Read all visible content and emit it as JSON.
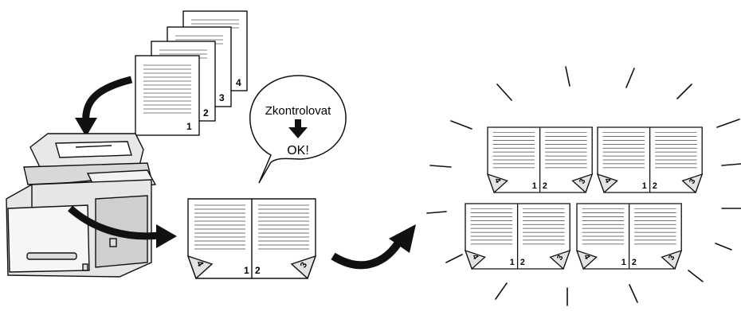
{
  "bubble": {
    "check_label": "Zkontrolovat",
    "ok_label": "OK!"
  },
  "originals": {
    "page_numbers": [
      "1",
      "2",
      "3",
      "4"
    ]
  },
  "booklet_preview": {
    "left_page": "1",
    "right_page": "2",
    "back_left_page": "4",
    "back_right_page": "3"
  },
  "output_booklets": {
    "count": 4,
    "left_page": "1",
    "right_page": "2",
    "back_left_page": "4",
    "back_right_page": "3"
  }
}
